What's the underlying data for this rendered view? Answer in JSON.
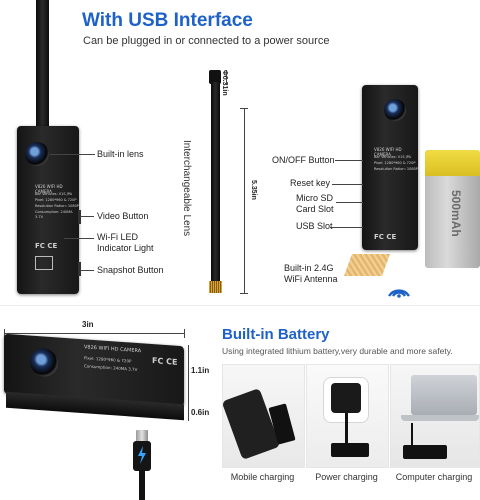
{
  "usb": {
    "title": "With USB Interface",
    "subtitle": "Can be plugged in or connected to a power source"
  },
  "left_camera": {
    "labels": {
      "lens": "Built-in lens",
      "video": "Video Button",
      "wifi_led_1": "Wi-Fi LED",
      "wifi_led_2": "Indicator Light",
      "snapshot": "Snapshot Button"
    },
    "lens_label": "Interchangeable Lens",
    "dim_top": "Φ0.31in",
    "dim_side": "5.35in"
  },
  "right_camera": {
    "labels": {
      "onoff": "ON/OFF Button",
      "reset": "Reset key",
      "sd_1": "Micro SD",
      "sd_2": "Card Slot",
      "usb": "USB Slot",
      "antenna_1": "Built-in 2.4G",
      "antenna_2": "WiFi Antenna"
    },
    "battery_capacity": "500mAh"
  },
  "camera_text": {
    "header": "V826 WIFI HD CAMERA",
    "specs": [
      "Bar Vehicles: V1S JPA",
      "Pixel: 1280*960 & 720P",
      "Resolution Ration: 1080P",
      "Consumption: 240MA 3.7V"
    ],
    "cert": "FC CE"
  },
  "battery": {
    "title": "Built-in Battery",
    "subtitle": "Using integrated lithium battery,very durable and more safety."
  },
  "dimensions": {
    "width": "3in",
    "height": "1.1in",
    "depth": "0.6in"
  },
  "charging": {
    "captions": [
      "Mobile charging",
      "Power charging",
      "Computer charging"
    ]
  },
  "colors": {
    "accent": "#1e62c8",
    "battery_yellow": "#e9d233"
  }
}
